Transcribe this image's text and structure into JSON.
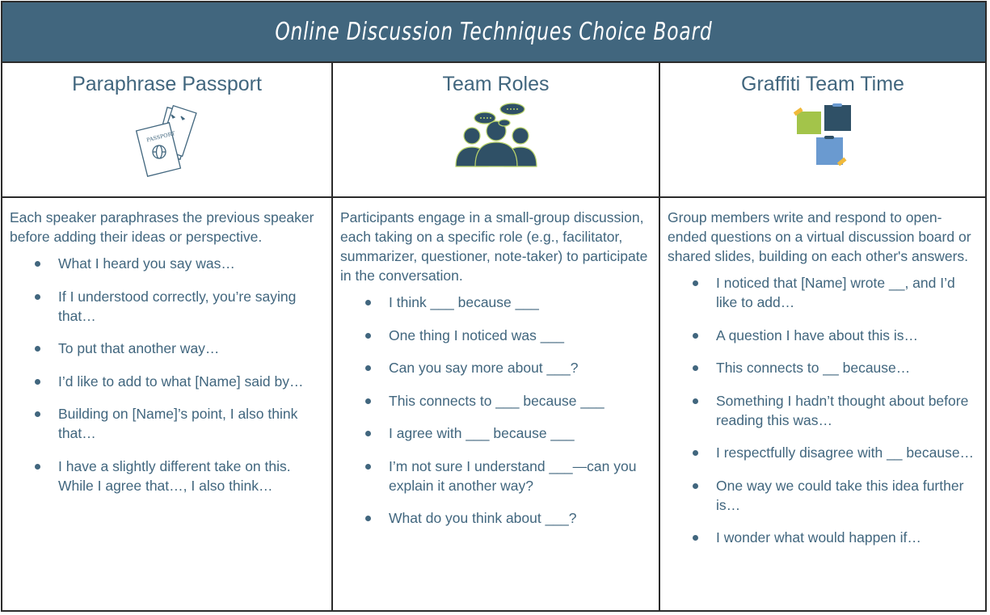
{
  "board": {
    "title": "Online Discussion Techniques Choice Board",
    "colors": {
      "header_bg": "#41667e",
      "text": "#41667e",
      "border": "#2b2b2b"
    }
  },
  "columns": [
    {
      "title": "Paraphrase Passport",
      "icon": "passport-icon",
      "description": "Each speaker paraphrases the previous speaker before adding their ideas or perspective.",
      "prompts": [
        "What I heard you say was…",
        "If I understood correctly, you’re saying that…",
        "To put that another way…",
        "I’d like to add to what [Name] said by…",
        "Building on [Name]’s point, I also think that…",
        "I have a slightly different take on this. While I agree that…, I also think…"
      ]
    },
    {
      "title": "Team Roles",
      "icon": "group-discussion-icon",
      "description": "Participants engage in a small-group discussion, each taking on a specific role (e.g., facilitator, summarizer, questioner, note-taker) to participate in the conversation.",
      "prompts": [
        "I think ___ because ___",
        "One thing I noticed was ___",
        "Can you say more about ___?",
        "This connects to ___ because ___",
        "I agree with ___ because ___",
        "I’m not sure I understand ___—can you explain it another way?",
        "What do you think about ___?"
      ]
    },
    {
      "title": "Graffiti Team Time",
      "icon": "sticky-notes-icon",
      "description": "Group members write and respond to open-ended questions on a virtual discussion board or shared slides, building on each other's answers.",
      "prompts": [
        "I noticed that [Name] wrote __, and I’d like to add…",
        "A question I have about this is…",
        "This connects to __ because…",
        "Something I hadn’t thought about before reading this was…",
        "I respectfully disagree with __ because…",
        "One way we could take this idea further is…",
        "I wonder what would happen if…"
      ]
    }
  ]
}
